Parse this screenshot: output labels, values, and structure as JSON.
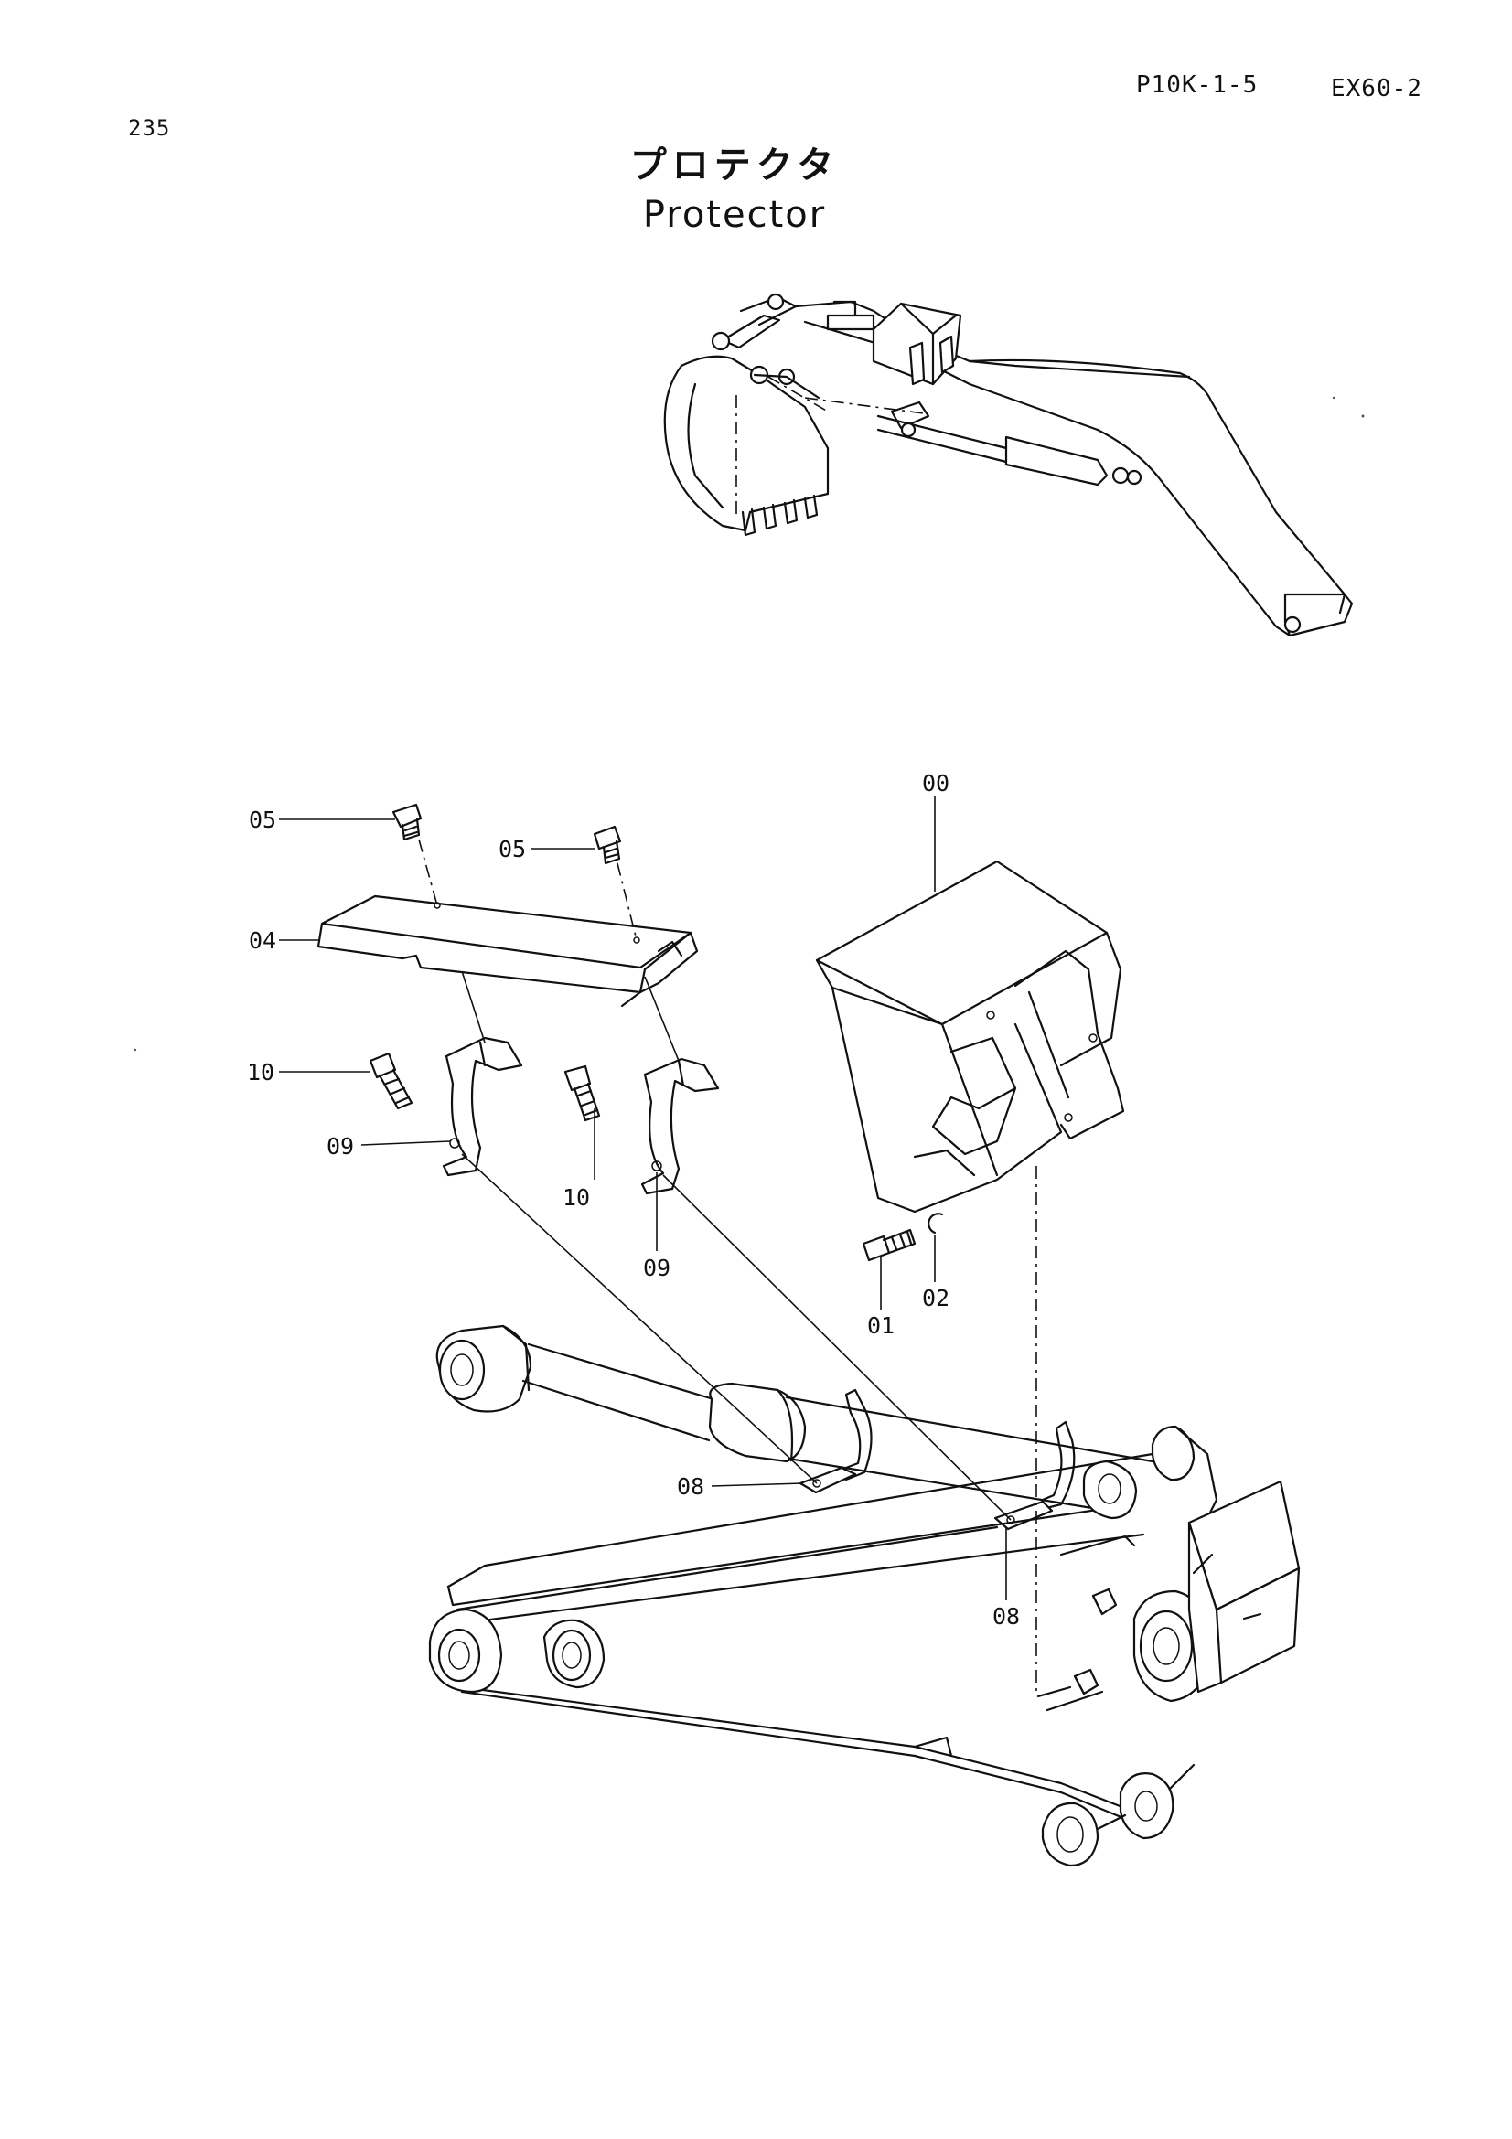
{
  "header": {
    "page_number": "235",
    "ref_code": "P10K-1-5",
    "model": "EX60-2"
  },
  "title": {
    "japanese": "プロテクタ",
    "english": "Protector"
  },
  "callouts": [
    {
      "id": "00"
    },
    {
      "id": "01"
    },
    {
      "id": "02"
    },
    {
      "id": "04"
    },
    {
      "id": "05"
    },
    {
      "id": "05"
    },
    {
      "id": "08"
    },
    {
      "id": "08"
    },
    {
      "id": "09"
    },
    {
      "id": "09"
    },
    {
      "id": "10"
    },
    {
      "id": "10"
    }
  ]
}
